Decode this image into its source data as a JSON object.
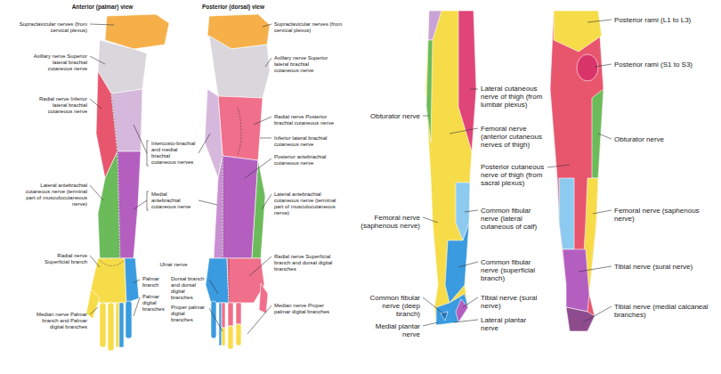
{
  "diagram": {
    "labels": [
      "Anterior (palmar) view",
      "Posterior (dorsal) view",
      "Supraclavicular nerves (from cervical plexus)",
      "Axillary nerve Superior lateral brachial cutaneous nerve",
      "Radial nerve Inferior lateral brachial cutaneous nerve",
      "Intercosto-brachial and medial brachial cutaneous nerves",
      "Lateral antebrachial cutaneous nerve (terminal part of musculocutaneous nerve)",
      "Medial antebrachial cutaneous nerve",
      "Radial nerve Superficial branch",
      "Ulnar nerve",
      "Palmar branch",
      "Palmar digital branches",
      "Dorsal branch and dorsal digital branches",
      "Proper palmar digital branches",
      "Median nerve Palmar branch and Palmar digital branches",
      "Supraclavicular nerves (from cervical plexus)",
      "Axillary nerve Superior lateral brachial cutaneous nerve",
      "Radial nerve Posterior brachial cutaneous nerve",
      "Inferior lateral brachial cutaneous nerve",
      "Posterior antebrachial cutaneous nerve",
      "Lateral antebrachial cutaneous nerve (terminal part of musculocutaneous nerve)",
      "Radial nerve Superficial branch and dorsal digital branches",
      "Median nerve Proper palmar digital branches",
      "Obturator nerve",
      "Lateral cutaneous nerve of thigh (from lumbar plexus)",
      "Femoral nerve (anterior cutaneous nerves of thigh)",
      "Posterior cutaneous nerve of thigh (from sacral plexus)",
      "Common fibular nerve (lateral cutaneous of calf)",
      "Femoral nerve (saphenous nerve)",
      "Common fibular nerve (superficial branch)",
      "Common fibular nerve (deep branch)",
      "Tibial nerve (sural nerve)",
      "Lateral plantar nerve",
      "Medial plantar nerve",
      "Posterior rami (L1 to L3)",
      "Posterior rami (S1 to S3)",
      "Obturator nerve",
      "Femoral nerve (saphenous nerve)",
      "Tibial nerve (sural nerve)",
      "Tibial nerve (medial calcaneal branches)"
    ]
  }
}
